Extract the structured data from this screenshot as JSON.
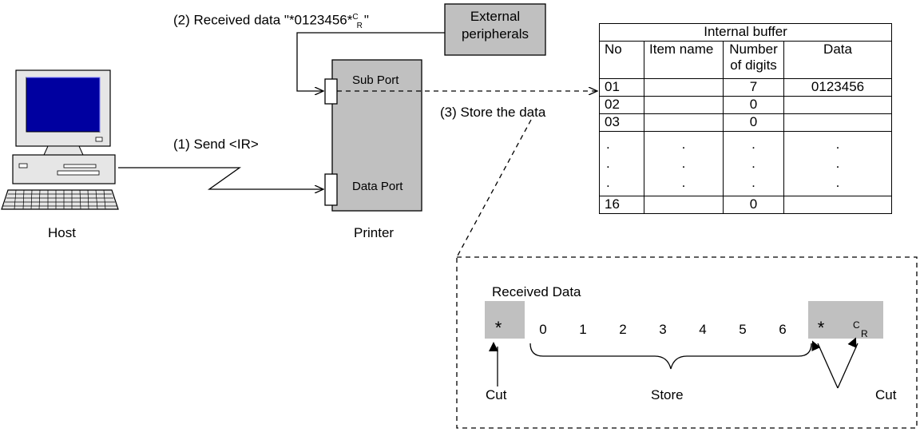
{
  "labels": {
    "received_data": "(2) Received data \"*0123456*",
    "cr_sup": "C",
    "cr_sub": "R",
    "quote_end": "\"",
    "external_peripherals_1": "External",
    "external_peripherals_2": "peripherals",
    "sub_port": "Sub Port",
    "data_port": "Data Port",
    "printer": "Printer",
    "host": "Host",
    "send_ir": "(1) Send <IR>",
    "store_data": "(3) Store the data",
    "received_data_title": "Received Data",
    "cut_left": "Cut",
    "store": "Store",
    "cut_right": "Cut"
  },
  "table": {
    "title": "Internal buffer",
    "headers": [
      "No",
      "Item name",
      "Number of digits",
      "Data"
    ],
    "header_digits_1": "Number",
    "header_digits_2": "of digits",
    "rows": [
      {
        "no": "01",
        "item": "",
        "digits": "7",
        "data": "0123456"
      },
      {
        "no": "02",
        "item": "",
        "digits": "0",
        "data": ""
      },
      {
        "no": "03",
        "item": "",
        "digits": "0",
        "data": ""
      },
      {
        "no": "16",
        "item": "",
        "digits": "0",
        "data": ""
      }
    ],
    "dot": "."
  },
  "sequence": {
    "star": "*",
    "digits": [
      "0",
      "1",
      "2",
      "3",
      "4",
      "5",
      "6"
    ],
    "cr_c": "C",
    "cr_r": "R"
  },
  "colors": {
    "gray_fill": "#c0c0c0",
    "screen_blue": "#0000a0",
    "line": "#000000"
  }
}
